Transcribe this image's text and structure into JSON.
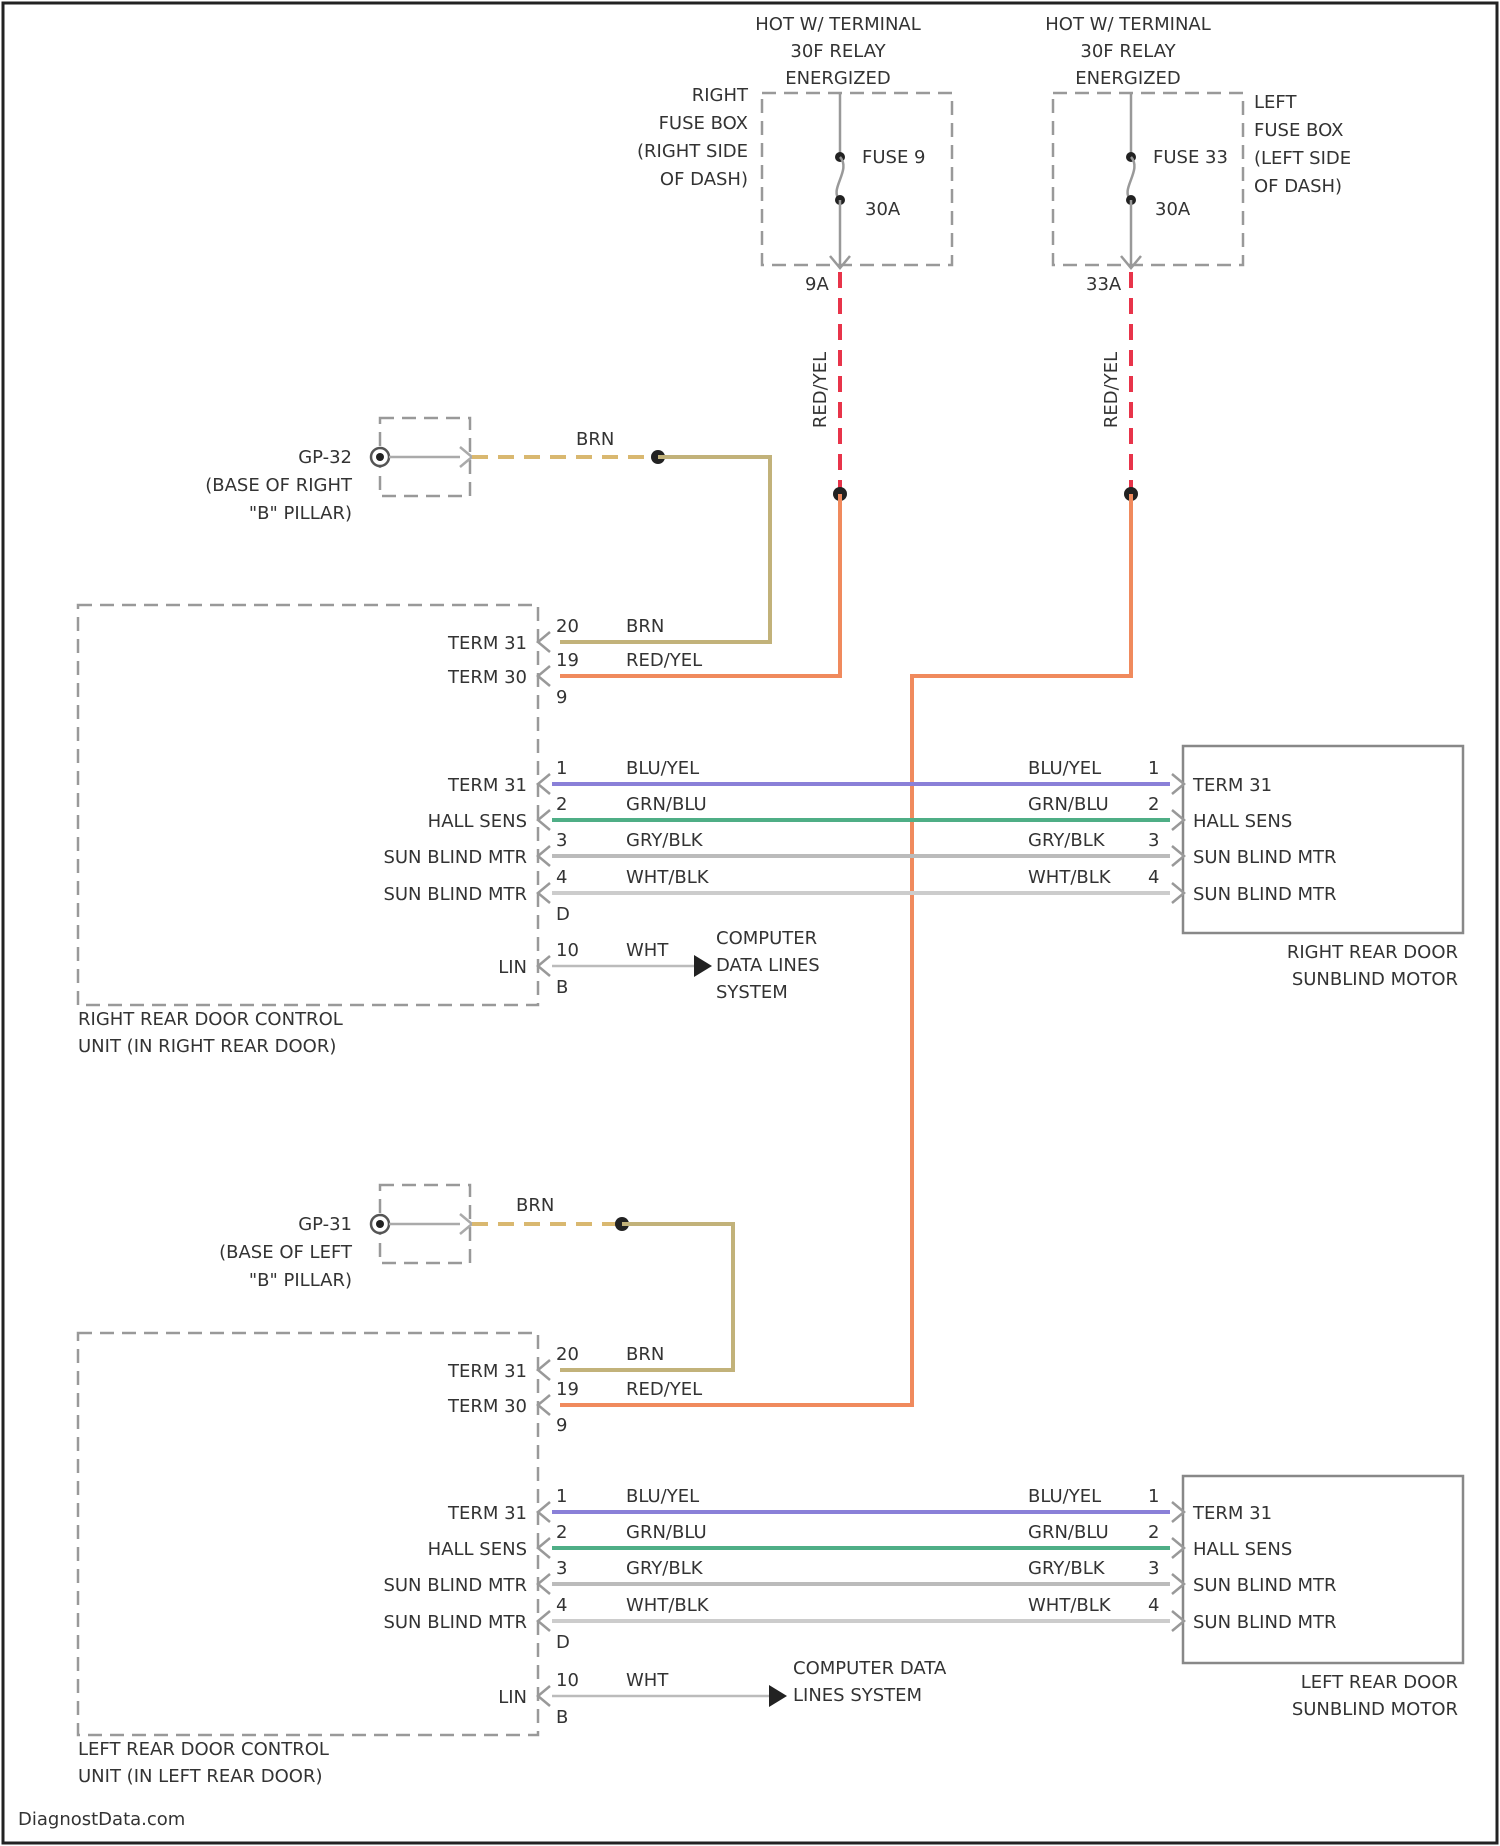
{
  "colors": {
    "red_yel": "#f08a5d",
    "red_yel_dash": "#e8344a",
    "brown": "#c2b27a",
    "brown_dash": "#d9b870",
    "blue_yel": "#8a80d8",
    "grn_blu": "#4fae86",
    "gray_wire": "#bbbbbb",
    "white_wire": "#cccccc",
    "frame": "#222222"
  },
  "power": {
    "header_right": [
      "HOT W/ TERMINAL",
      "30F RELAY",
      "ENERGIZED"
    ],
    "header_left": [
      "HOT W/ TERMINAL",
      "30F RELAY",
      "ENERGIZED"
    ],
    "right_fuse_box": [
      "RIGHT",
      "FUSE BOX",
      "(RIGHT SIDE",
      "OF DASH)"
    ],
    "left_fuse_box": [
      "LEFT",
      "FUSE BOX",
      "(LEFT SIDE",
      "OF DASH)"
    ],
    "fuse_right": "FUSE 9",
    "fuse_right_amp": "30A",
    "fuse_left": "FUSE 33",
    "fuse_left_amp": "30A",
    "pin_right": "9A",
    "pin_left": "33A",
    "wire_label": "RED/YEL"
  },
  "right_side": {
    "ground_id": "GP-32",
    "ground_loc": [
      "(BASE OF RIGHT",
      "\"B\" PILLAR)"
    ],
    "ground_wire": "BRN",
    "unit_name": [
      "RIGHT REAR DOOR CONTROL",
      "UNIT (IN RIGHT REAR DOOR)"
    ],
    "motor_name": [
      "RIGHT REAR DOOR",
      "SUNBLIND MOTOR"
    ]
  },
  "left_side": {
    "ground_id": "GP-31",
    "ground_loc": [
      "(BASE OF LEFT",
      "\"B\" PILLAR)"
    ],
    "ground_wire": "BRN",
    "unit_name": [
      "LEFT REAR DOOR CONTROL",
      "UNIT (IN LEFT REAR DOOR)"
    ],
    "motor_name": [
      "LEFT REAR DOOR",
      "SUNBLIND MOTOR"
    ]
  },
  "unit": {
    "power_pins": [
      {
        "label": "TERM 31",
        "pin": "20",
        "wire": "BRN"
      },
      {
        "label": "TERM 30",
        "pin": "19",
        "wire": "RED/YEL"
      }
    ],
    "power_extra_pin": "9",
    "signal_pins": [
      {
        "label": "TERM 31",
        "pin": "1",
        "wire": "BLU/YEL",
        "motor_pin": "1",
        "motor_label": "TERM 31"
      },
      {
        "label": "HALL SENS",
        "pin": "2",
        "wire": "GRN/BLU",
        "motor_pin": "2",
        "motor_label": "HALL SENS"
      },
      {
        "label": "SUN BLIND MTR",
        "pin": "3",
        "wire": "GRY/BLK",
        "motor_pin": "3",
        "motor_label": "SUN BLIND MTR"
      },
      {
        "label": "SUN BLIND MTR",
        "pin": "4",
        "wire": "WHT/BLK",
        "motor_pin": "4",
        "motor_label": "SUN BLIND MTR"
      }
    ],
    "signal_extra_pin": "D",
    "lin": {
      "label": "LIN",
      "pin": "10",
      "wire": "WHT",
      "extra_pin": "B"
    },
    "lin_target_right": [
      "COMPUTER",
      "DATA LINES",
      "SYSTEM"
    ],
    "lin_target_left": [
      "COMPUTER DATA",
      "LINES SYSTEM"
    ]
  },
  "footer": "DiagnostData.com"
}
